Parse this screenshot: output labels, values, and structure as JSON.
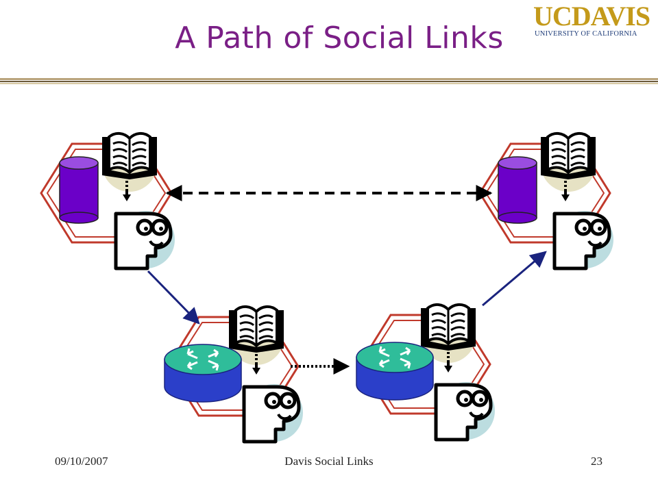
{
  "slide": {
    "title": "A Path of Social Links",
    "logo": {
      "text_main": "UCDAVIS",
      "text_sub": "UNIVERSITY OF CALIFORNIA"
    },
    "footer": {
      "date": "09/10/2007",
      "center": "Davis Social Links",
      "page": "23"
    }
  },
  "diagram": {
    "nodes": [
      {
        "id": "host-top-left",
        "kind": "host-with-database",
        "icons": [
          "book-icon",
          "face-icon",
          "database-icon"
        ]
      },
      {
        "id": "host-top-right",
        "kind": "host-with-database",
        "icons": [
          "book-icon",
          "face-icon",
          "database-icon"
        ]
      },
      {
        "id": "router-bottom-left",
        "kind": "router",
        "icons": [
          "book-icon",
          "face-icon",
          "router-icon"
        ]
      },
      {
        "id": "router-bottom-right",
        "kind": "router",
        "icons": [
          "book-icon",
          "face-icon",
          "router-icon"
        ]
      }
    ],
    "edges": [
      {
        "from": "host-top-left",
        "to": "host-top-right",
        "style": "dashed",
        "bidirectional": true
      },
      {
        "from": "host-top-left",
        "to": "router-bottom-left",
        "style": "solid",
        "bidirectional": false
      },
      {
        "from": "router-bottom-left",
        "to": "router-bottom-right",
        "style": "dotted",
        "bidirectional": false
      },
      {
        "from": "router-bottom-right",
        "to": "host-top-right",
        "style": "solid",
        "bidirectional": false
      }
    ],
    "colors": {
      "title": "#7a1f86",
      "hexagon": "#c0392b",
      "database": "#6b00c8",
      "router": "#2b3fc9",
      "router_top": "#2fbd9a",
      "face_bg": "#bcdde0",
      "book_bg": "#e6e2c4",
      "arrow": "#1a237e"
    }
  }
}
